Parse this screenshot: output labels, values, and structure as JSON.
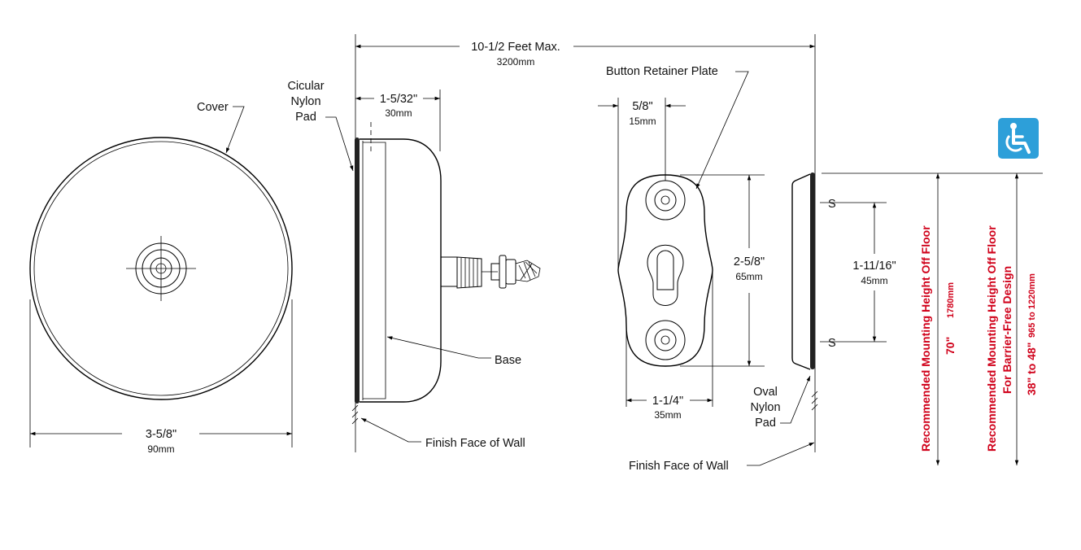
{
  "labels": {
    "overall_length": "10-1/2 Feet Max.",
    "overall_length_mm": "3200mm",
    "cover": "Cover",
    "pad_line1": "Cicular",
    "pad_line2": "Nylon",
    "pad_line3": "Pad",
    "depth": "1-5/32\"",
    "depth_mm": "30mm",
    "base": "Base",
    "finish_face_left": "Finish Face of Wall",
    "cover_diameter": "3-5/8\"",
    "cover_diameter_mm": "90mm",
    "button_retainer_plate": "Button Retainer Plate",
    "plate_inset": "5/8\"",
    "plate_inset_mm": "15mm",
    "plate_height": "2-5/8\"",
    "plate_height_mm": "65mm",
    "plate_width": "1-1/4\"",
    "plate_width_mm": "35mm",
    "screw_spacing": "1-11/16\"",
    "screw_spacing_mm": "45mm",
    "screw_marker_top": "S",
    "screw_marker_bottom": "S",
    "oval_pad_line1": "Oval",
    "oval_pad_line2": "Nylon",
    "oval_pad_line3": "Pad",
    "finish_face_right": "Finish Face of Wall",
    "mount_height_label": "Recommended Mounting Height Off Floor",
    "mount_height_value": "70\"",
    "mount_height_mm": "1780mm",
    "barrier_free_label_line1": "Recommended Mounting Height Off Floor",
    "barrier_free_label_line2": "For Barrier-Free Design",
    "barrier_free_value": "38\" to 48\"",
    "barrier_free_mm": "965 to 1220mm"
  },
  "icons": {
    "accessibility": "wheelchair-accessibility-icon"
  },
  "colors": {
    "line": "#000000",
    "highlight_text": "#d0021b",
    "accessibility_bg": "#2d9fd9",
    "accessibility_fg": "#ffffff"
  }
}
